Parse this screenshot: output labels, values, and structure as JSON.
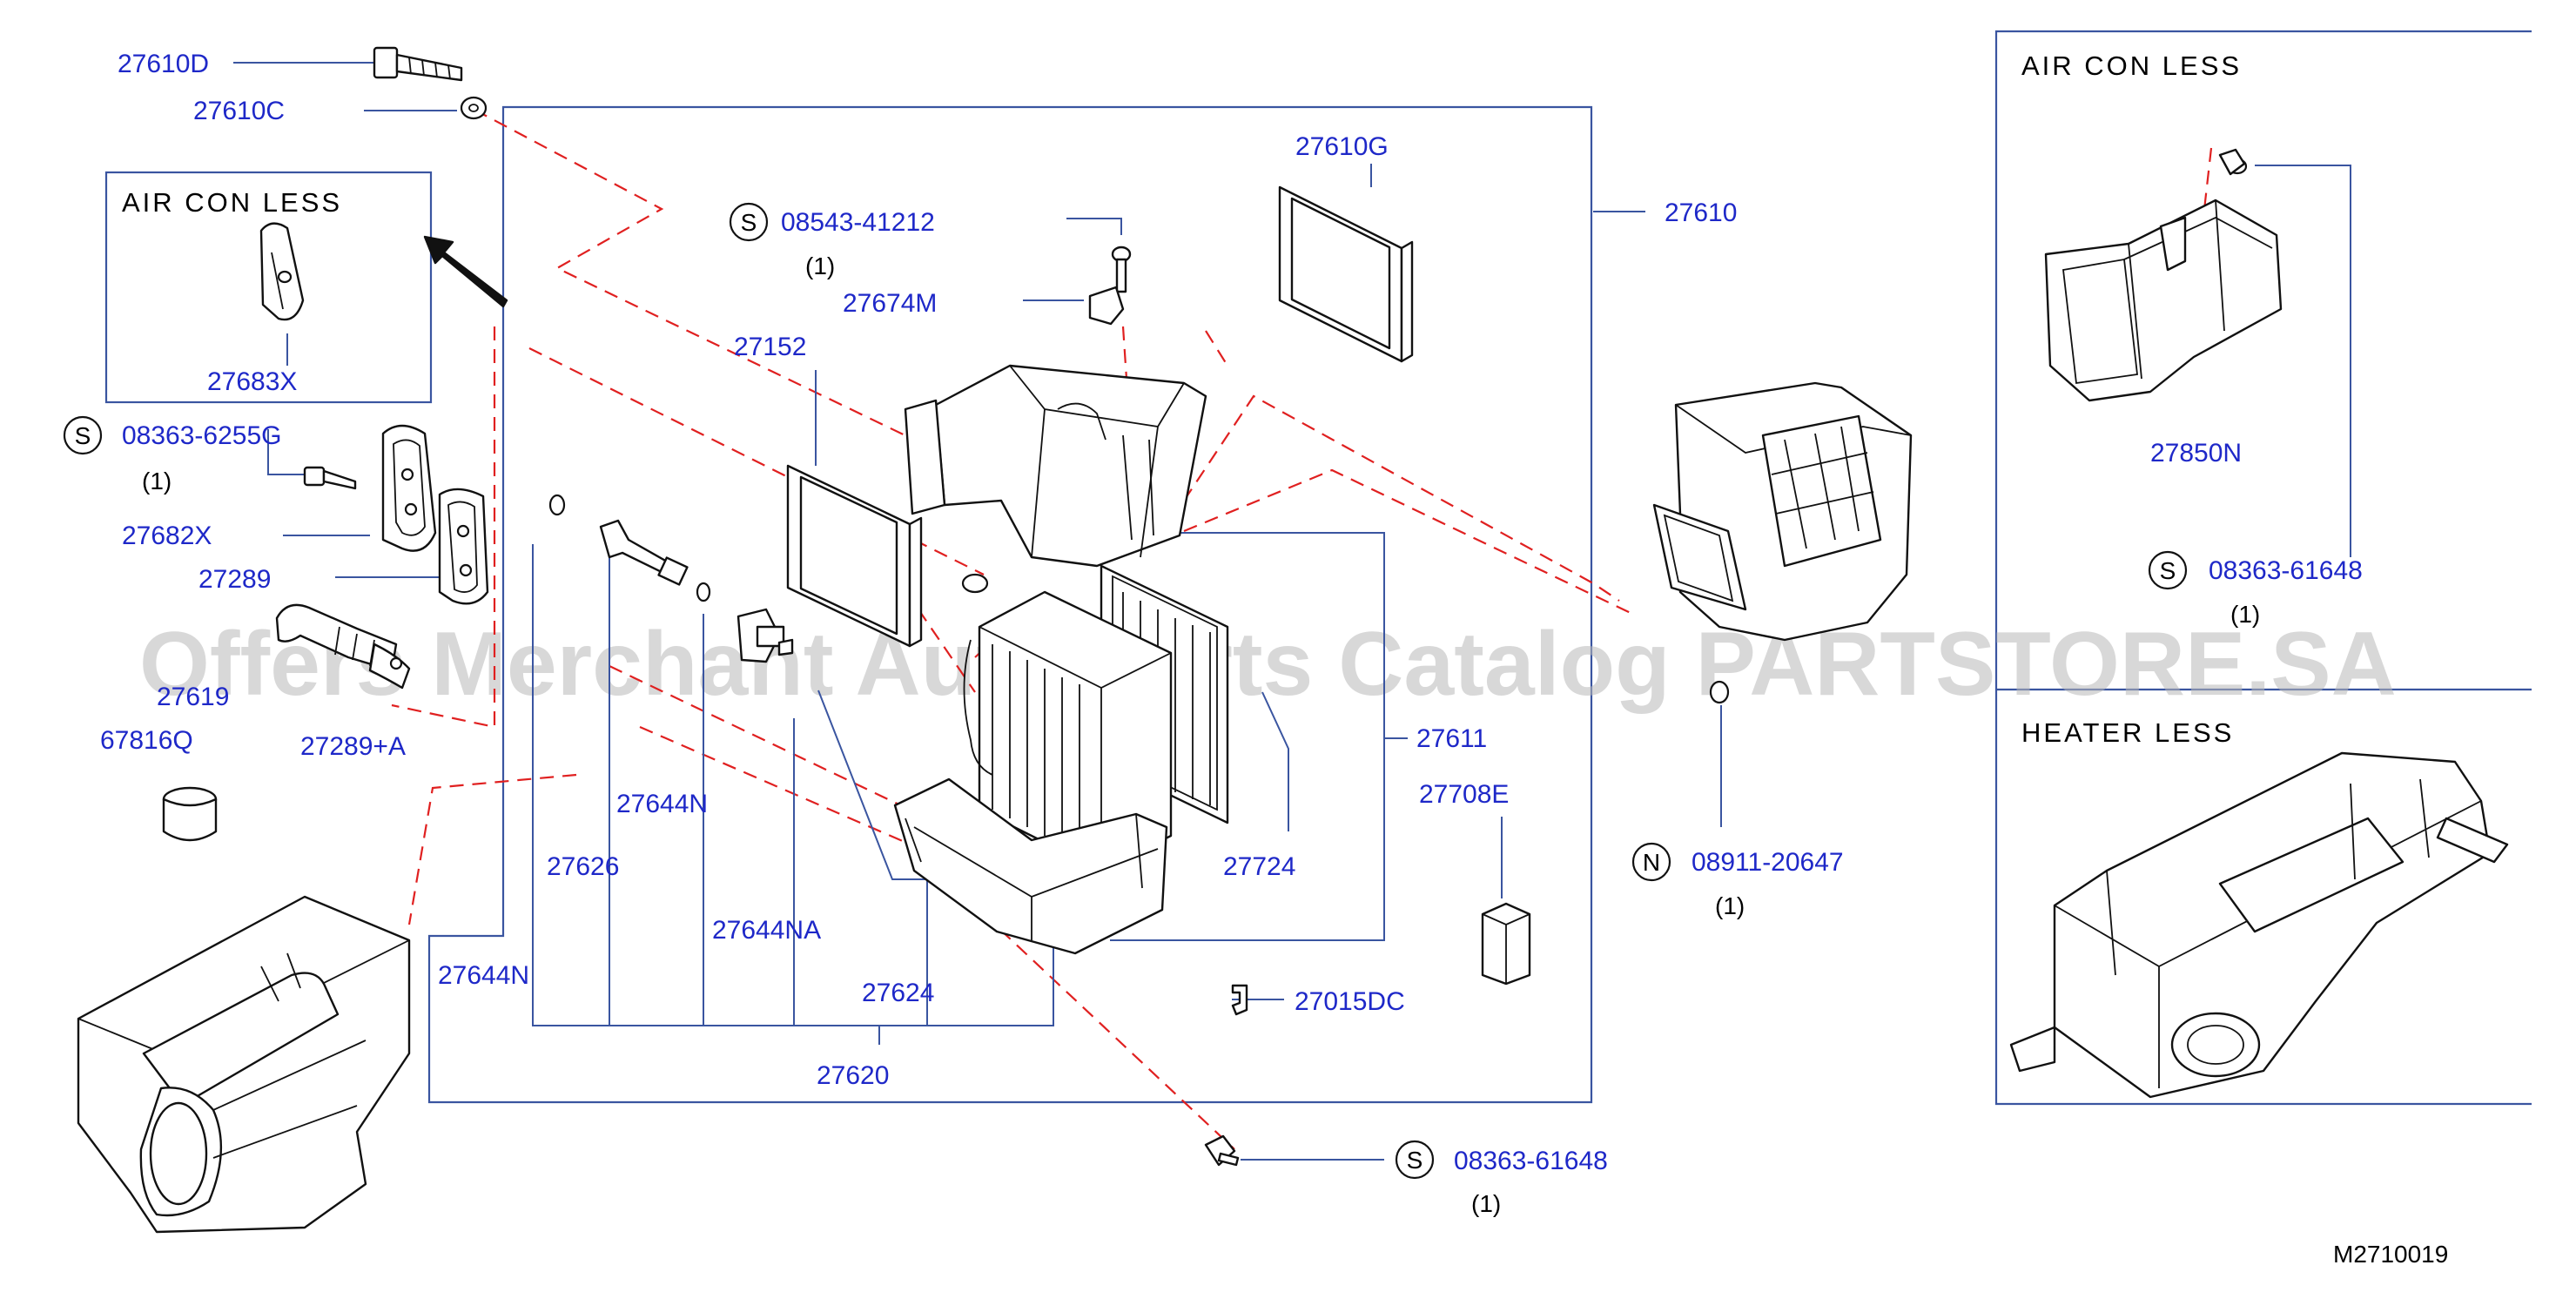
{
  "diagram_code": "M2710019",
  "watermark": "Offers Merchant Auto Parts Catalog PARTSTORE.SA",
  "insets": {
    "air_con_less_left": "AIR  CON  LESS",
    "air_con_less_right": "AIR  CON  LESS",
    "heater_less": "HEATER  LESS"
  },
  "screw_marks": {
    "s": "S",
    "n": "N"
  },
  "parts": {
    "p27610D": "27610D",
    "p27610C": "27610C",
    "p27683X": "27683X",
    "p08363_6255G": "08363-6255G",
    "p08363_6255G_qty": "(1)",
    "p27682X": "27682X",
    "p27289": "27289",
    "p27619": "27619",
    "p67816Q": "67816Q",
    "p27289A": "27289+A",
    "p08543_41212": "08543-41212",
    "p08543_41212_qty": "(1)",
    "p27674M": "27674M",
    "p27152": "27152",
    "p27610G": "27610G",
    "p27610": "27610",
    "p27611": "27611",
    "p27708E": "27708E",
    "p27724": "27724",
    "p27644N_a": "27644N",
    "p27626": "27626",
    "p27644NA": "27644NA",
    "p27644N_b": "27644N",
    "p27624": "27624",
    "p27620": "27620",
    "p27015DC": "27015DC",
    "p08363_61648_bottom": "08363-61648",
    "p08363_61648_bottom_qty": "(1)",
    "p08911_20647": "08911-20647",
    "p08911_20647_qty": "(1)",
    "p27850N": "27850N",
    "p08363_61648_right": "08363-61648",
    "p08363_61648_right_qty": "(1)"
  }
}
